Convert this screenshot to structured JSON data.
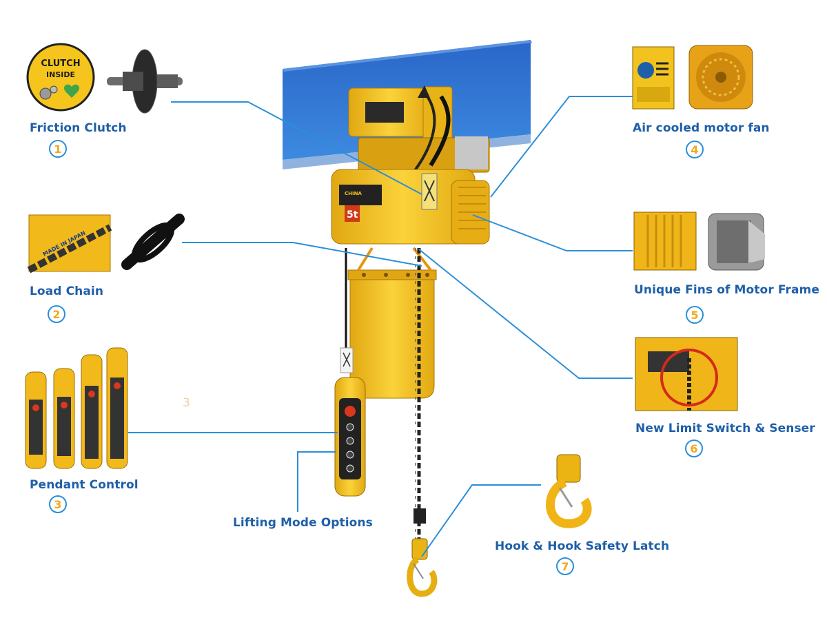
{
  "callouts": [
    {
      "label": "Friction Clutch",
      "number": "1"
    },
    {
      "label": "Load Chain",
      "number": "2"
    },
    {
      "label": "Pendant Control",
      "number": "3"
    },
    {
      "label": "Air cooled motor fan",
      "number": "4"
    },
    {
      "label": "Unique Fins of Motor Frame",
      "number": "5"
    },
    {
      "label": "New Limit Switch & Senser",
      "number": "6"
    },
    {
      "label": "Hook & Hook Safety Latch",
      "number": "7"
    }
  ],
  "extra_label": "Lifting Mode Options",
  "stray_number": "3",
  "clutch_badge": {
    "line1": "CLUTCH",
    "line2": "INSIDE"
  },
  "chain_badge": "MADE IN JAPAN",
  "hoist_plate": {
    "brand": "CHINA",
    "capacity": "5t"
  },
  "colors": {
    "hoist_yellow": "#f6c21c",
    "beam_blue": "#2f6fd0",
    "leader_line": "#2a8fd8",
    "label_text": "#1f5fa8",
    "number_text": "#f2a81d"
  }
}
